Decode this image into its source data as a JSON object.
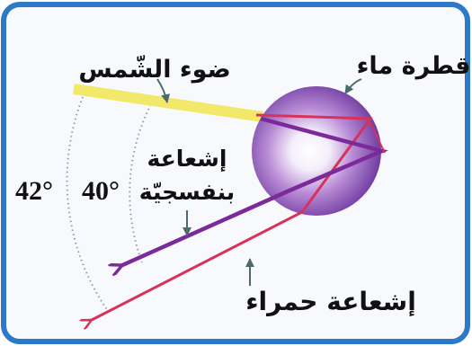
{
  "labels": {
    "sunlight": "ضوء الشّمس",
    "water_drop": "قطرة ماء",
    "violet_ray_line1": "إشعاعة",
    "violet_ray_line2": "بنفسجيّة",
    "red_ray": "إشعاعة حمراء",
    "angle_outer": "42°",
    "angle_inner": "40°"
  },
  "colors": {
    "frame_border": "#2e78c8",
    "panel_bg": "#f7f9fd",
    "sunbeam": "#f2e96a",
    "drop_outer": "#6a2f9a",
    "drop_mid": "#a873c8",
    "drop_center": "#ffffff",
    "violet_ray": "#7b2a9a",
    "red_ray": "#d8325a",
    "pointer_arrows": "#5a7a7a",
    "arc_dots": "#8aa0b0"
  }
}
